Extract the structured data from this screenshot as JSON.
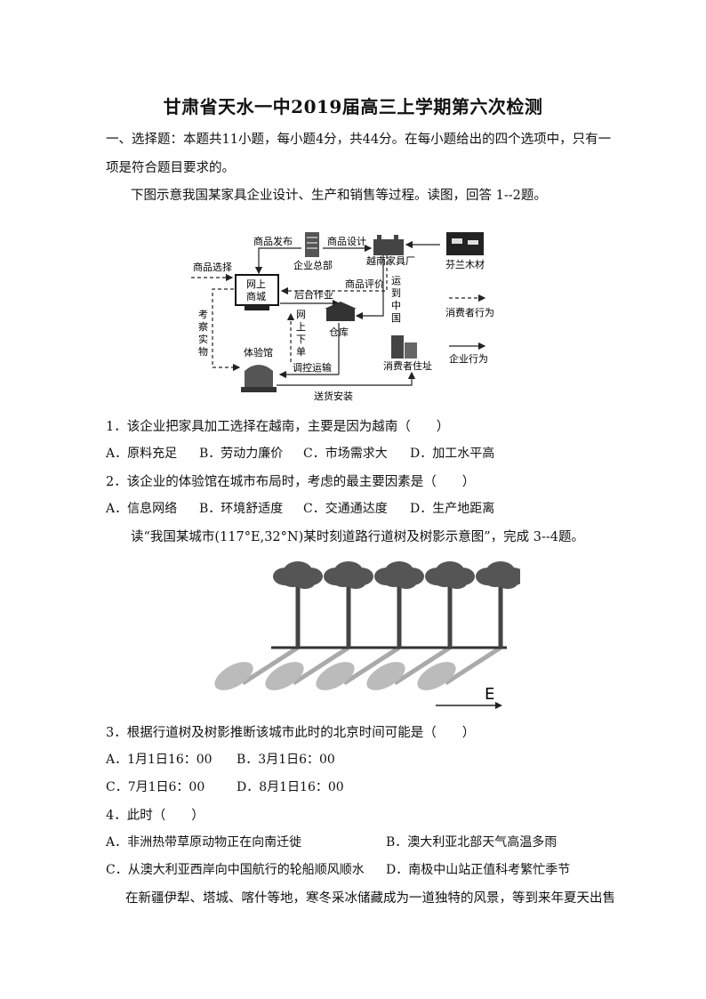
{
  "title": "甘肃省天水一中2019届高三上学期第六次检测",
  "section1_line1": "一、选择题：本题共11小题，每小题4分，共44分。在每小题给出的四个选项中，只有一",
  "section1_line2": "项是符合题目要求的。",
  "intro1": "下图示意我国某家具企业设计、生产和销售等过程。读图，回答 1--2题。",
  "diagram": {
    "goods_release": "商品发布",
    "goods_design": "商品设计",
    "hq": "企业总部",
    "vn_factory": "越南家具厂",
    "finnish_wood": "芬兰木材",
    "goods_select": "商品选择",
    "online_mall_1": "网上",
    "online_mall_2": "商城",
    "backend": "后台作业",
    "goods_review": "商品评价",
    "ship_to_china": [
      "运",
      "到",
      "中",
      "国"
    ],
    "inspect": [
      "考",
      "察",
      "实",
      "物"
    ],
    "online_order": [
      "网",
      "上",
      "下",
      "单"
    ],
    "warehouse": "仓库",
    "consumer_behavior": "消费者行为",
    "showroom": "体验馆",
    "consumer_home": "消费者住址",
    "dispatch": "调控运输",
    "enterprise_behavior": "企业行为",
    "deliver_install": "送货安装"
  },
  "q1": "1．该企业把家具加工选择在越南，主要是因为越南（　　）",
  "q1_opts": [
    "A．原料充足",
    "B．劳动力廉价",
    "C．市场需求大",
    "D．加工水平高"
  ],
  "q2": "2．该企业的体验馆在城市布局时，考虑的最主要因素是（　　）",
  "q2_opts": [
    "A．信息网络",
    "B．环境舒适度",
    "C．交通通达度",
    "D．生产地距离"
  ],
  "intro2": "读“我国某城市(117°E,32°N)某时刻道路行道树及树影示意图”，完成 3--4题。",
  "trees": {
    "count": 5,
    "direction_label": "E"
  },
  "q3": "3．根据行道树及树影推断该城市此时的北京时间可能是（　　）",
  "q3_opts": [
    "A．1月1日16：00",
    "B．3月1日6：00",
    "C．7月1日6：00",
    "D．8月1日16：00"
  ],
  "q4": "4．此时（　　）",
  "q4_opts": [
    "A．非洲热带草原动物正在向南迁徙",
    "B．澳大利亚北部天气高温多雨",
    "C．从澳大利亚西岸向中国航行的轮船顺风顺水",
    "D．南极中山站正值科考繁忙季节"
  ],
  "intro3": "在新疆伊犁、塔城、喀什等地，寒冬采冰储藏成为一道独特的风景，等到来年夏天出售"
}
